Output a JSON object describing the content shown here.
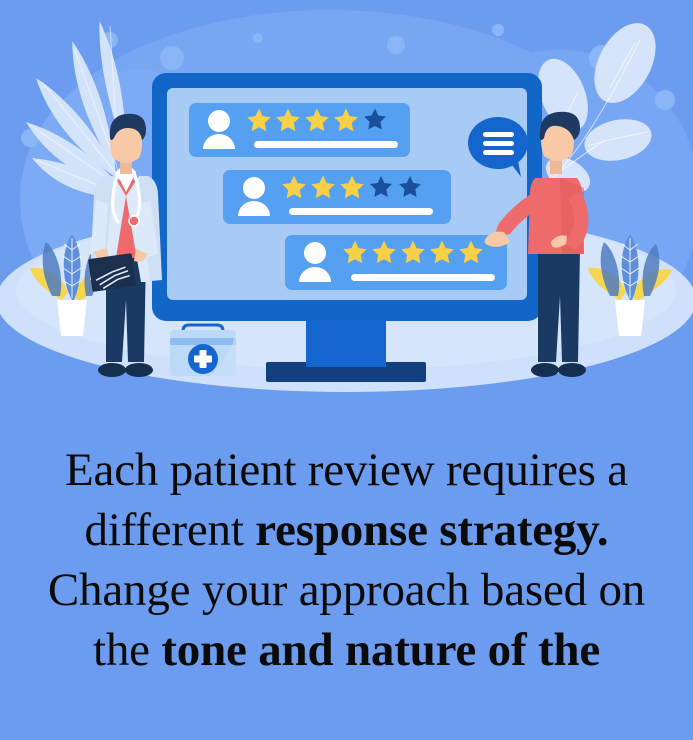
{
  "palette": {
    "background_blue": "#6b9cf0",
    "background_blob": "#7fadf5",
    "floor_pale": "#cfe0fa",
    "monitor_frame": "#1266c8",
    "monitor_screen": "#a8cbf5",
    "review_card": "#55a0f0",
    "star_filled": "#f7d047",
    "star_empty": "#1a4f9c",
    "monitor_stand": "#1565cf",
    "monitor_base": "#123f7d",
    "leaf_pale": "#dce9fa",
    "leaf_blue": "#5f8fd8",
    "leaf_yellow": "#f5d64e",
    "coat_white": "#cfe0f5",
    "shirt_coral": "#ef6b6b",
    "pants_navy": "#1b3a63",
    "skin": "#f7c9a6",
    "hair_navy": "#1e3a63",
    "text_black": "#0b0b0b",
    "speech_bubble": "#1565cf"
  },
  "illustration": {
    "name": "patient-review-illustration",
    "alt": "Doctor and patient beside a computer monitor showing star reviews",
    "monitor": {
      "name": "review-monitor",
      "review_cards": [
        {
          "id": "review-card-1",
          "avatar": "user-avatar-icon",
          "stars_filled": 4,
          "stars_empty": 1,
          "total_stars": 5,
          "text_placeholder_bar": true
        },
        {
          "id": "review-card-2",
          "avatar": "user-avatar-icon",
          "stars_filled": 3,
          "stars_empty": 2,
          "total_stars": 5,
          "text_placeholder_bar": true
        },
        {
          "id": "review-card-3",
          "avatar": "user-avatar-icon",
          "stars_filled": 5,
          "stars_empty": 0,
          "total_stars": 5,
          "text_placeholder_bar": true
        }
      ],
      "speech_bubble": {
        "name": "chat-bubble-icon",
        "lines": 3
      }
    },
    "characters": [
      {
        "id": "doctor-figure",
        "role": "doctor",
        "holds": "xray-film-icon",
        "accessory": "stethoscope-icon"
      },
      {
        "id": "patient-figure",
        "role": "patient",
        "gesture": "pointing-at-screen"
      }
    ],
    "props": [
      {
        "id": "first-aid-kit",
        "icon": "medical-cross-icon"
      },
      {
        "id": "potted-plant-left"
      },
      {
        "id": "potted-plant-right"
      },
      {
        "id": "leaf-decoration-left"
      },
      {
        "id": "leaf-decoration-right"
      }
    ]
  },
  "caption": {
    "full_text": "Each patient review requires a different response strategy. Change your approach based on the tone and nature of the",
    "lines": [
      {
        "regular": "Each patient review requires a",
        "bold": ""
      },
      {
        "regular": "different ",
        "bold": "response strategy."
      },
      {
        "regular": "Change your approach based on",
        "bold": ""
      },
      {
        "regular": "the ",
        "bold": "tone and nature of the"
      }
    ]
  }
}
